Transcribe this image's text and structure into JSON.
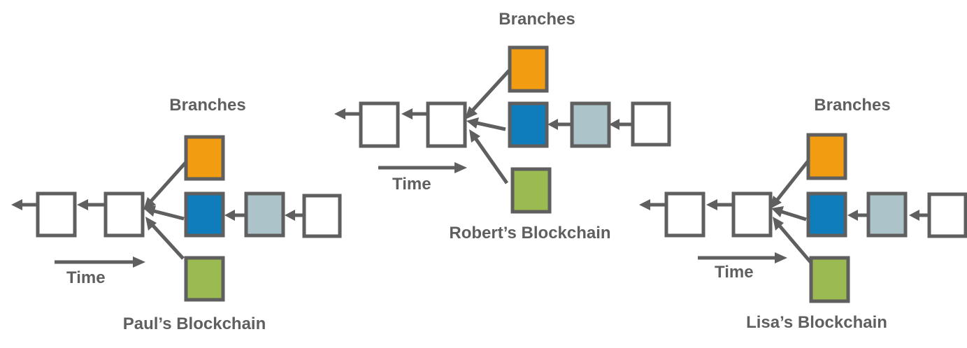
{
  "colors": {
    "stroke": "#5f5f5f",
    "empty": "#ffffff",
    "orange": "#f29c12",
    "blue": "#0f7dbb",
    "lightblue": "#adc3ca",
    "green": "#9bbb52"
  },
  "diagrams": [
    {
      "owner_label": "Paul’s Blockchain",
      "branches_label": "Branches",
      "time_label": "Time"
    },
    {
      "owner_label": "Robert’s Blockchain",
      "branches_label": "Branches",
      "time_label": "Time"
    },
    {
      "owner_label": "Lisa’s Blockchain",
      "branches_label": "Branches",
      "time_label": "Time"
    }
  ]
}
